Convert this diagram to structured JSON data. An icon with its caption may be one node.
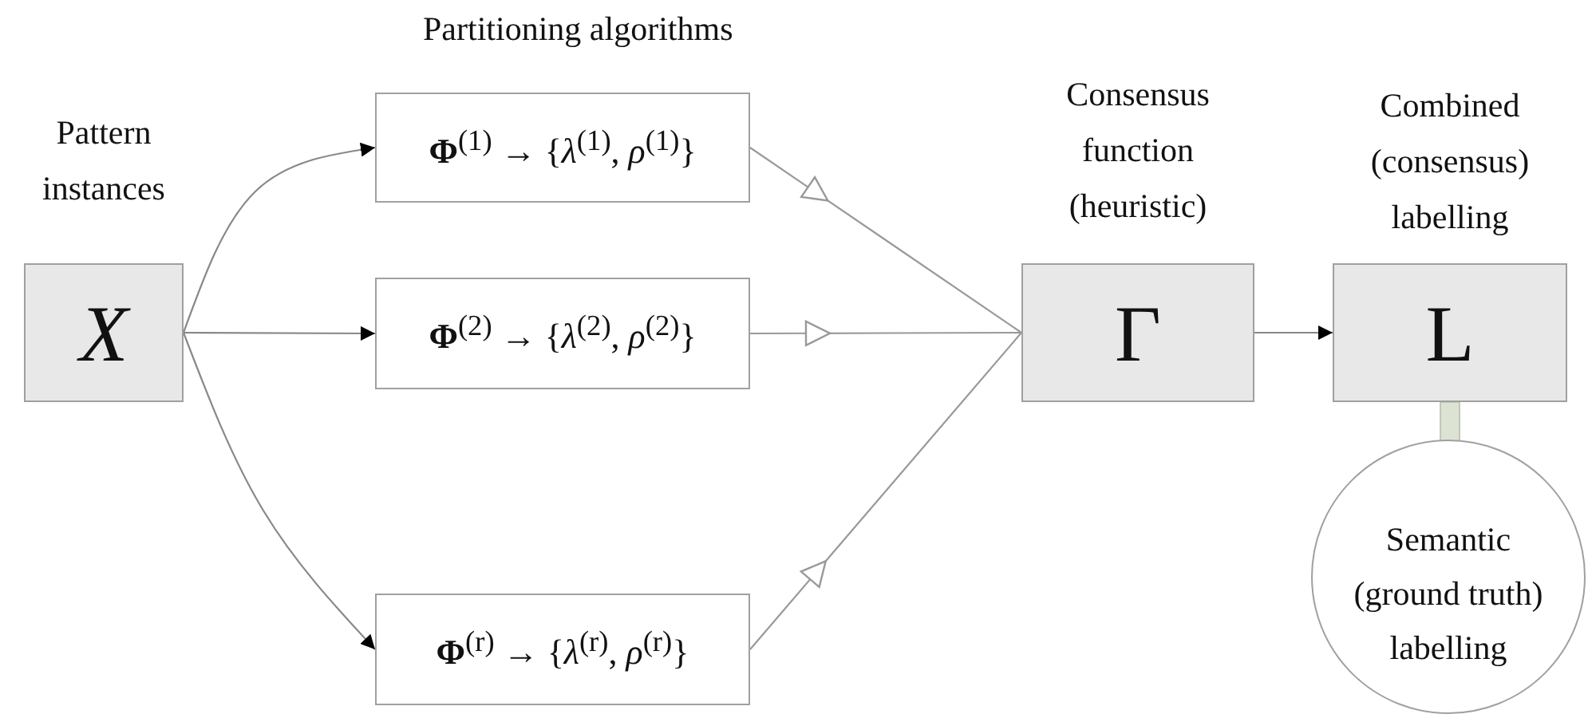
{
  "diagram": {
    "nodes": [
      {
        "text": [
          "Pattern instances",
          "X"
        ]
      },
      {
        "text": [
          "**Φ**$^{(1)}$ → {*λ*$^{(1)}$, *ρ*$^{(1)}$}"
        ]
      },
      {
        "text": [
          "**Φ**$^{(2)}$ → {*λ*$^{(2)}$, *ρ*$^{(2)}$}"
        ]
      },
      {
        "text": [
          "**Φ**$^{(r)}$ → {*λ*$^{(r)}$, *ρ*$^{(r)}$}"
        ]
      },
      {
        "text": [
          "Consensus function (heuristic)",
          "Γ"
        ]
      },
      {
        "text": [
          "Combined (consensus) labelling",
          "L"
        ]
      },
      {
        "text": [
          "Semantic (ground truth) labelling"
        ]
      }
    ],
    "edges": [
      {
        "from": 0,
        "to": 1,
        "arrow": "to"
      },
      {
        "from": 0,
        "to": 2,
        "arrow": "to"
      },
      {
        "from": 0,
        "to": 3,
        "arrow": "to"
      },
      {
        "from": 1,
        "to": 4,
        "arrow": "to"
      },
      {
        "from": 2,
        "to": 4,
        "arrow": "to"
      },
      {
        "from": 3,
        "to": 4,
        "arrow": "to"
      },
      {
        "from": 4,
        "to": 5,
        "arrow": "to"
      },
      {
        "from": 5,
        "to": 6,
        "arrow": "to",
        "style": "thick",
        "color": "#dde3d3"
      }
    ],
    "labels": [
      "Partitioning algorithms"
    ]
  }
}
